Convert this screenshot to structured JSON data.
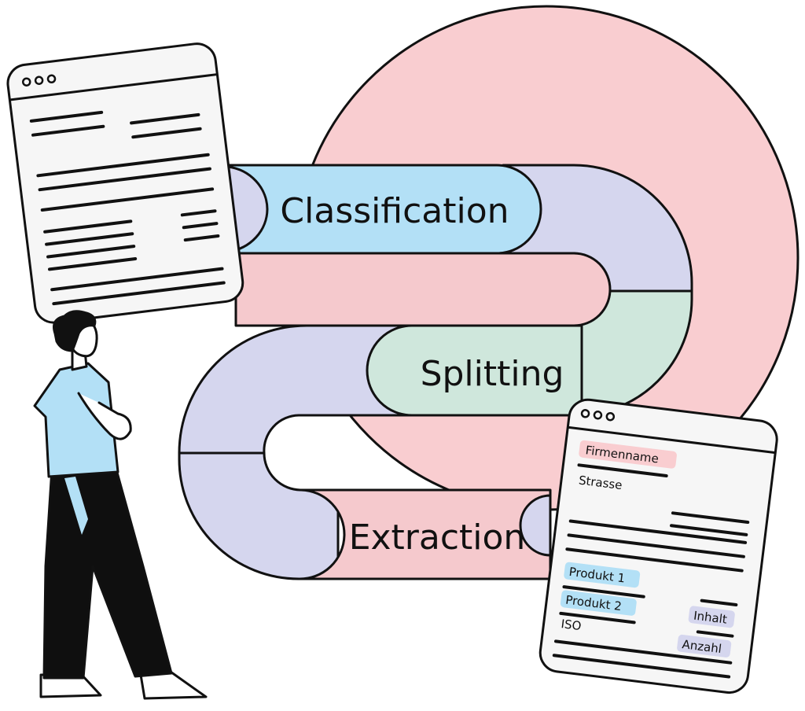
{
  "stages": {
    "classification": "Classification",
    "splitting": "Splitting",
    "extraction": "Extraction"
  },
  "document": {
    "fields": {
      "company": "Firmenname",
      "street": "Strasse",
      "product1": "Produkt 1",
      "product2": "Produkt 2",
      "iso": "ISO",
      "content": "Inhalt",
      "quantity": "Anzahl"
    }
  },
  "colors": {
    "circle": "#f9cdd0",
    "blue": "#b3e0f6",
    "lavender": "#d5d6ee",
    "green": "#cfe7dc",
    "pink": "#f5c9cd",
    "outline": "#111111",
    "paper": "#f6f6f6"
  },
  "icons": {
    "window_dots": "three-dots-icon"
  }
}
